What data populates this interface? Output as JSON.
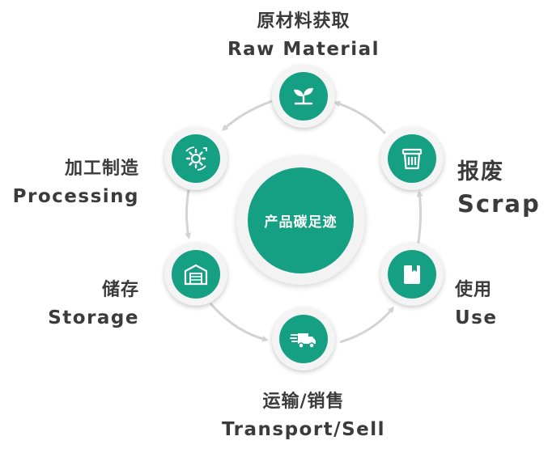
{
  "center": {
    "label": "产品碳足迹"
  },
  "stages": {
    "raw_material": {
      "cn": "原材料获取",
      "en": "Raw Material",
      "icon": "sprout-icon"
    },
    "scrap": {
      "cn": "报废",
      "en": "Scrap",
      "icon": "trash-bin-icon"
    },
    "use": {
      "cn": "使用",
      "en": "Use",
      "icon": "box-icon"
    },
    "transport": {
      "cn": "运输/销售",
      "en": "Transport/Sell",
      "icon": "delivery-truck-icon"
    },
    "storage": {
      "cn": "储存",
      "en": "Storage",
      "icon": "warehouse-icon"
    },
    "processing": {
      "cn": "加工制造",
      "en": "Processing",
      "icon": "gear-cycle-icon"
    }
  },
  "colors": {
    "accent": "#16a083",
    "arrow": "#d3d3d3",
    "text": "#3b3b3b"
  }
}
